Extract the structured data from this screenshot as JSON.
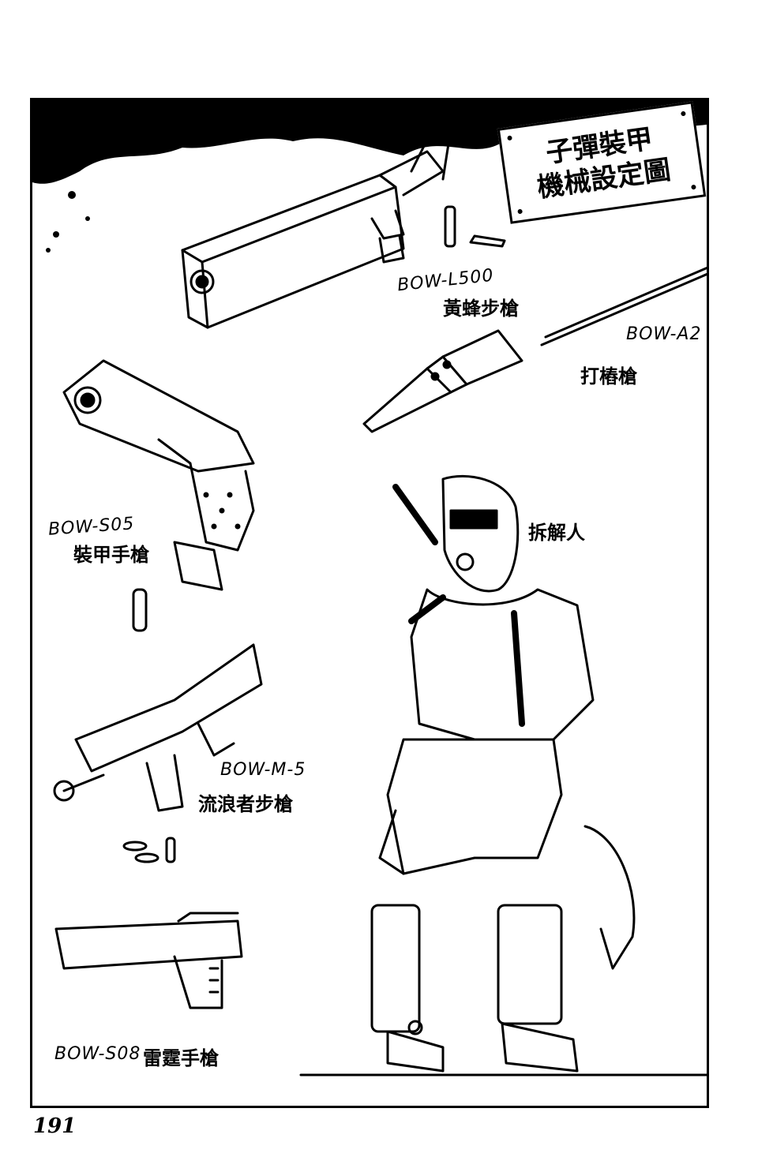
{
  "sign": {
    "line1": "子彈裝甲",
    "line2": "機械設定圖"
  },
  "weapons": [
    {
      "code": "BOW-L500",
      "name": "黃蜂步槍"
    },
    {
      "code": "BOW-A2",
      "name": "打樁槍"
    },
    {
      "code": "BOW-S05",
      "name": "裝甲手槍"
    },
    {
      "code": "BOW-M-5",
      "name": "流浪者步槍"
    },
    {
      "code": "BOW-S08",
      "name": "雷霆手槍"
    }
  ],
  "character": {
    "name": "拆解人"
  },
  "page_number": "191",
  "colors": {
    "ink": "#000000",
    "paper": "#ffffff"
  }
}
